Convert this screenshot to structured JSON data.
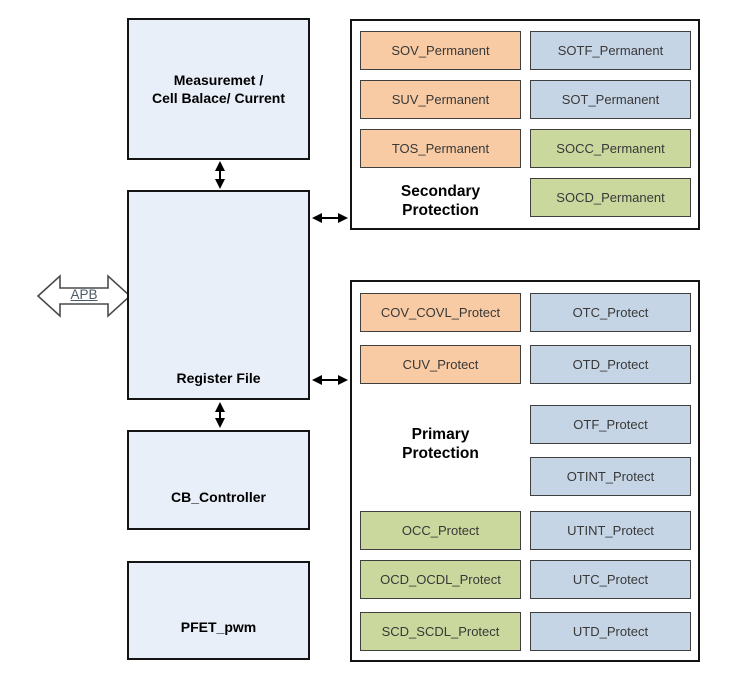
{
  "palette": {
    "orange": "#F8CBA4",
    "blue": "#C6D5E6",
    "green": "#CAD89E",
    "block_fill": "#E9EFF9"
  },
  "bus": {
    "label": "APB"
  },
  "blocks": {
    "measurement": {
      "label_line1": "Measuremet /",
      "label_line2": "Cell Balace/ Current"
    },
    "register_file": {
      "label": "Register File"
    },
    "cb_controller": {
      "label": "CB_Controller"
    },
    "pfet_pwm": {
      "label": "PFET_pwm"
    }
  },
  "secondary": {
    "title_line1": "Secondary",
    "title_line2": "Protection",
    "left": [
      {
        "label": "SOV_Permanent",
        "color": "orange"
      },
      {
        "label": "SUV_Permanent",
        "color": "orange"
      },
      {
        "label": "TOS_Permanent",
        "color": "orange"
      }
    ],
    "right": [
      {
        "label": "SOTF_Permanent",
        "color": "blue"
      },
      {
        "label": "SOT_Permanent",
        "color": "blue"
      },
      {
        "label": "SOCC_Permanent",
        "color": "green"
      },
      {
        "label": "SOCD_Permanent",
        "color": "green"
      }
    ]
  },
  "primary": {
    "title_line1": "Primary",
    "title_line2": "Protection",
    "left": [
      {
        "label": "COV_COVL_Protect",
        "color": "orange"
      },
      {
        "label": "CUV_Protect",
        "color": "orange"
      },
      {
        "label": "OCC_Protect",
        "color": "green"
      },
      {
        "label": "OCD_OCDL_Protect",
        "color": "green"
      },
      {
        "label": "SCD_SCDL_Protect",
        "color": "green"
      }
    ],
    "right": [
      {
        "label": "OTC_Protect",
        "color": "blue"
      },
      {
        "label": "OTD_Protect",
        "color": "blue"
      },
      {
        "label": "OTF_Protect",
        "color": "blue"
      },
      {
        "label": "OTINT_Protect",
        "color": "blue"
      },
      {
        "label": "UTINT_Protect",
        "color": "blue"
      },
      {
        "label": "UTC_Protect",
        "color": "blue"
      },
      {
        "label": "UTD_Protect",
        "color": "blue"
      }
    ]
  }
}
